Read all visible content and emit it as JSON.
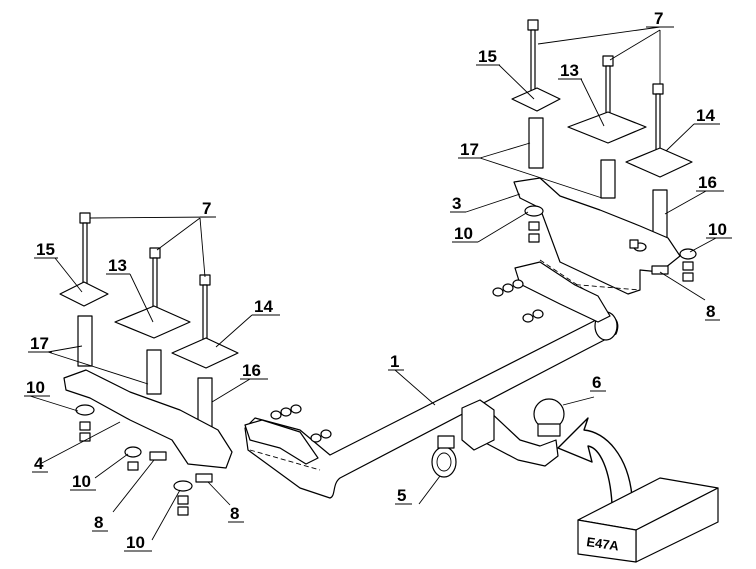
{
  "diagram": {
    "callouts": [
      {
        "id": "c1",
        "text": "1"
      },
      {
        "id": "c3",
        "text": "3"
      },
      {
        "id": "c4",
        "text": "4"
      },
      {
        "id": "c5",
        "text": "5"
      },
      {
        "id": "c6",
        "text": "6"
      },
      {
        "id": "c7a",
        "text": "7"
      },
      {
        "id": "c7b",
        "text": "7"
      },
      {
        "id": "c8a",
        "text": "8"
      },
      {
        "id": "c8b",
        "text": "8"
      },
      {
        "id": "c8c",
        "text": "8"
      },
      {
        "id": "c10a",
        "text": "10"
      },
      {
        "id": "c10b",
        "text": "10"
      },
      {
        "id": "c10c",
        "text": "10"
      },
      {
        "id": "c10d",
        "text": "10"
      },
      {
        "id": "c10e",
        "text": "10"
      },
      {
        "id": "c13a",
        "text": "13"
      },
      {
        "id": "c13b",
        "text": "13"
      },
      {
        "id": "c14a",
        "text": "14"
      },
      {
        "id": "c14b",
        "text": "14"
      },
      {
        "id": "c15a",
        "text": "15"
      },
      {
        "id": "c15b",
        "text": "15"
      },
      {
        "id": "c16a",
        "text": "16"
      },
      {
        "id": "c16b",
        "text": "16"
      },
      {
        "id": "c17a",
        "text": "17"
      },
      {
        "id": "c17b",
        "text": "17"
      }
    ],
    "box_label": "E47A",
    "colors": {
      "line": "#000000",
      "background": "#ffffff"
    }
  }
}
